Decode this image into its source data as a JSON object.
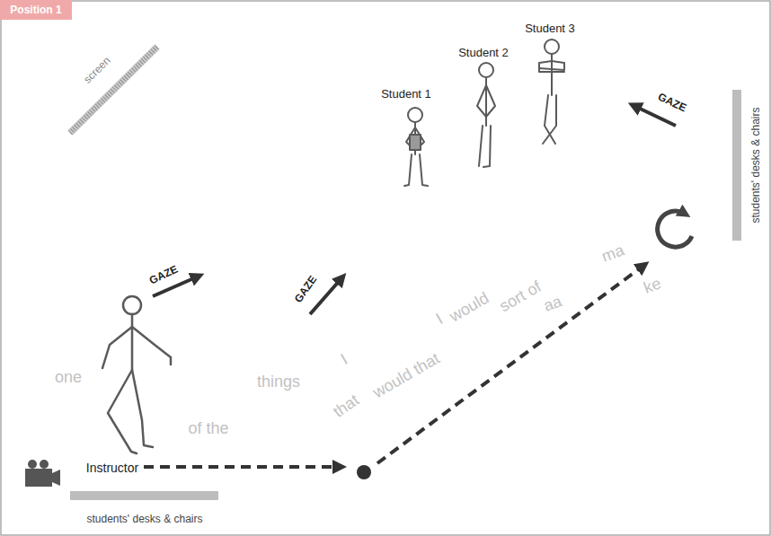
{
  "diagram": {
    "labels": [
      "Position 1",
      "screen",
      "Student 1",
      "Student 2",
      "Student 3",
      "GAZE",
      "GAZE",
      "GAZE",
      "students' desks & chairs",
      "one",
      "of the",
      "things",
      "I",
      "that",
      "would that",
      "I",
      "would",
      "sort of",
      "aa",
      "ma",
      "ke",
      "Instructor",
      "students' desks & chairs"
    ]
  }
}
